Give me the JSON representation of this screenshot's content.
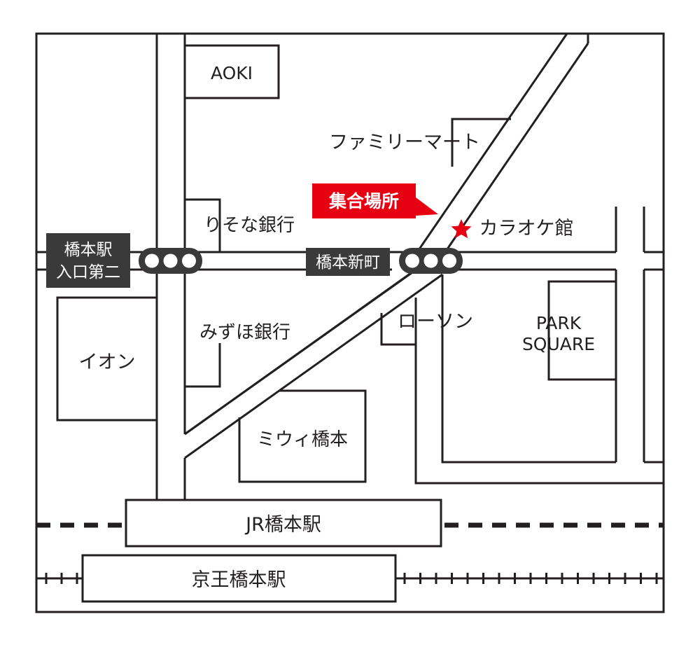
{
  "colors": {
    "line": "#231f20",
    "accent": "#e60012",
    "dark_badge": "#3a3a3a",
    "background": "#ffffff"
  },
  "badges": {
    "meeting_point": "集合場所",
    "intersection_west_line1": "橋本駅",
    "intersection_west_line2": "入口第二",
    "intersection_center": "橋本新町"
  },
  "landmarks": {
    "aoki": "AOKI",
    "family_mart": "ファミリーマート",
    "resona_bank": "りそな銀行",
    "karaoke": "カラオケ館",
    "mizuho_bank": "みずほ銀行",
    "lawson": "ローソン",
    "park_square_line1": "PARK",
    "park_square_line2": "SQUARE",
    "aeon": "イオン",
    "miwi": "ミウィ橋本"
  },
  "stations": {
    "jr": "JR橋本駅",
    "keio": "京王橋本駅"
  },
  "icons": {
    "destination": "star-marker-icon",
    "signal": "traffic-signal-icon"
  }
}
